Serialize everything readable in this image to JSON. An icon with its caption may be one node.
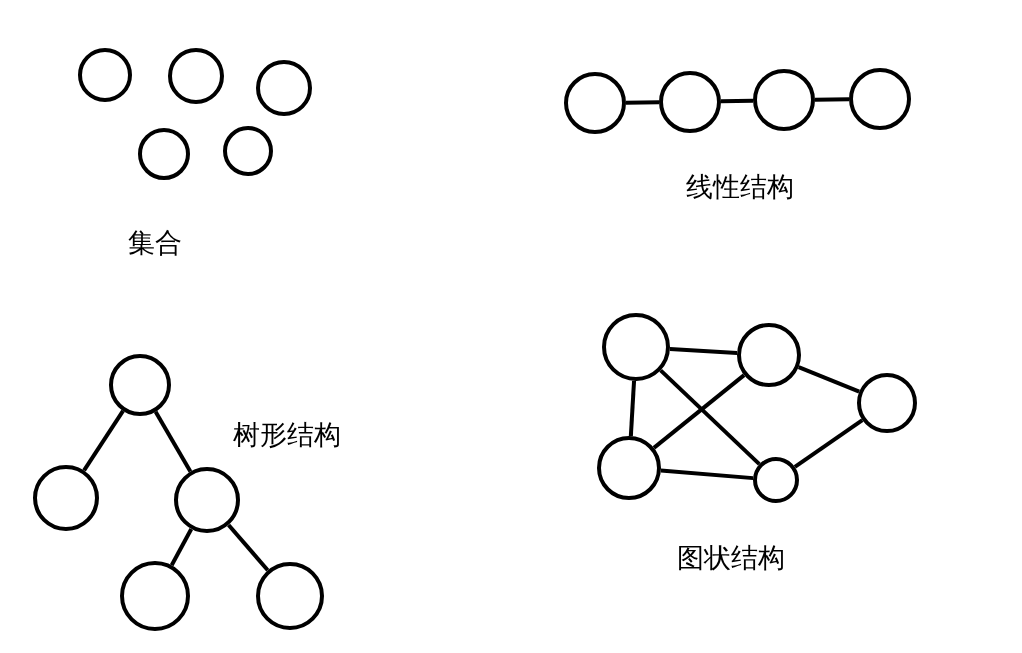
{
  "diagram": {
    "nodes": [
      {
        "text": [],
        "shape": "circle"
      },
      {
        "text": [],
        "shape": "circle"
      },
      {
        "text": [],
        "shape": "circle"
      },
      {
        "text": [],
        "shape": "circle"
      },
      {
        "text": [],
        "shape": "circle"
      },
      {
        "text": [],
        "shape": "circle"
      },
      {
        "text": [],
        "shape": "circle"
      },
      {
        "text": [],
        "shape": "circle"
      },
      {
        "text": [],
        "shape": "circle"
      },
      {
        "text": [],
        "shape": "circle"
      },
      {
        "text": [],
        "shape": "circle"
      },
      {
        "text": [],
        "shape": "circle"
      },
      {
        "text": [],
        "shape": "circle"
      },
      {
        "text": [],
        "shape": "circle"
      },
      {
        "text": [],
        "shape": "circle"
      },
      {
        "text": [],
        "shape": "circle"
      },
      {
        "text": [],
        "shape": "circle"
      },
      {
        "text": [],
        "shape": "circle"
      },
      {
        "text": [],
        "shape": "circle"
      }
    ],
    "edges": [
      {
        "from": 5,
        "to": 6,
        "arrow": "none"
      },
      {
        "from": 6,
        "to": 7,
        "arrow": "none"
      },
      {
        "from": 7,
        "to": 8,
        "arrow": "none"
      },
      {
        "from": 9,
        "to": 10,
        "arrow": "none"
      },
      {
        "from": 9,
        "to": 11,
        "arrow": "none"
      },
      {
        "from": 11,
        "to": 12,
        "arrow": "none"
      },
      {
        "from": 11,
        "to": 13,
        "arrow": "none"
      },
      {
        "from": 14,
        "to": 15,
        "arrow": "none"
      },
      {
        "from": 14,
        "to": 17,
        "arrow": "none"
      },
      {
        "from": 14,
        "to": 18,
        "arrow": "none"
      },
      {
        "from": 15,
        "to": 17,
        "arrow": "none"
      },
      {
        "from": 15,
        "to": 16,
        "arrow": "none"
      },
      {
        "from": 17,
        "to": 18,
        "arrow": "none"
      },
      {
        "from": 18,
        "to": 16,
        "arrow": "none"
      }
    ],
    "labels": [
      "集合",
      "线性结构",
      "树形结构",
      "图状结构"
    ]
  }
}
